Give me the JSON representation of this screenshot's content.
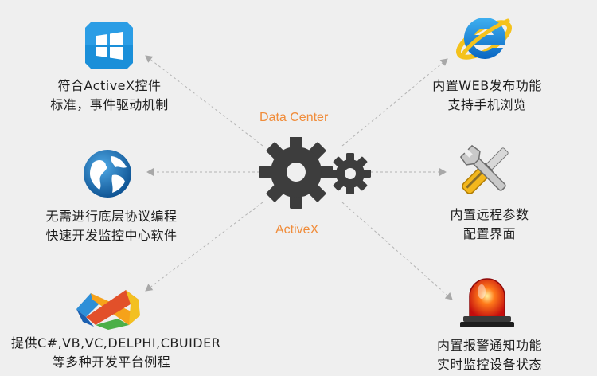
{
  "center": {
    "label_top": "Data Center",
    "label_bottom": "ActiveX",
    "accent_color": "#f08c3a",
    "gear_color": "#3d3d3d"
  },
  "nodes": {
    "top_left": {
      "icon": "windows-icon",
      "line1": "符合ActiveX控件",
      "line2": "标准，事件驱动机制"
    },
    "mid_left": {
      "icon": "globe-icon",
      "line1": "无需进行底层协议编程",
      "line2": "快速开发监控中心软件"
    },
    "bottom_left": {
      "icon": "visual-studio-icon",
      "line1": "提供C#,VB,VC,DELPHI,CBUIDER",
      "line2": "等多种开发平台例程"
    },
    "top_right": {
      "icon": "internet-explorer-icon",
      "line1": "内置WEB发布功能",
      "line2": "支持手机浏览"
    },
    "mid_right": {
      "icon": "tools-icon",
      "line1": "内置远程参数",
      "line2": "配置界面"
    },
    "bottom_right": {
      "icon": "alarm-siren-icon",
      "line1": "内置报警通知功能",
      "line2": "实时监控设备状态"
    }
  }
}
